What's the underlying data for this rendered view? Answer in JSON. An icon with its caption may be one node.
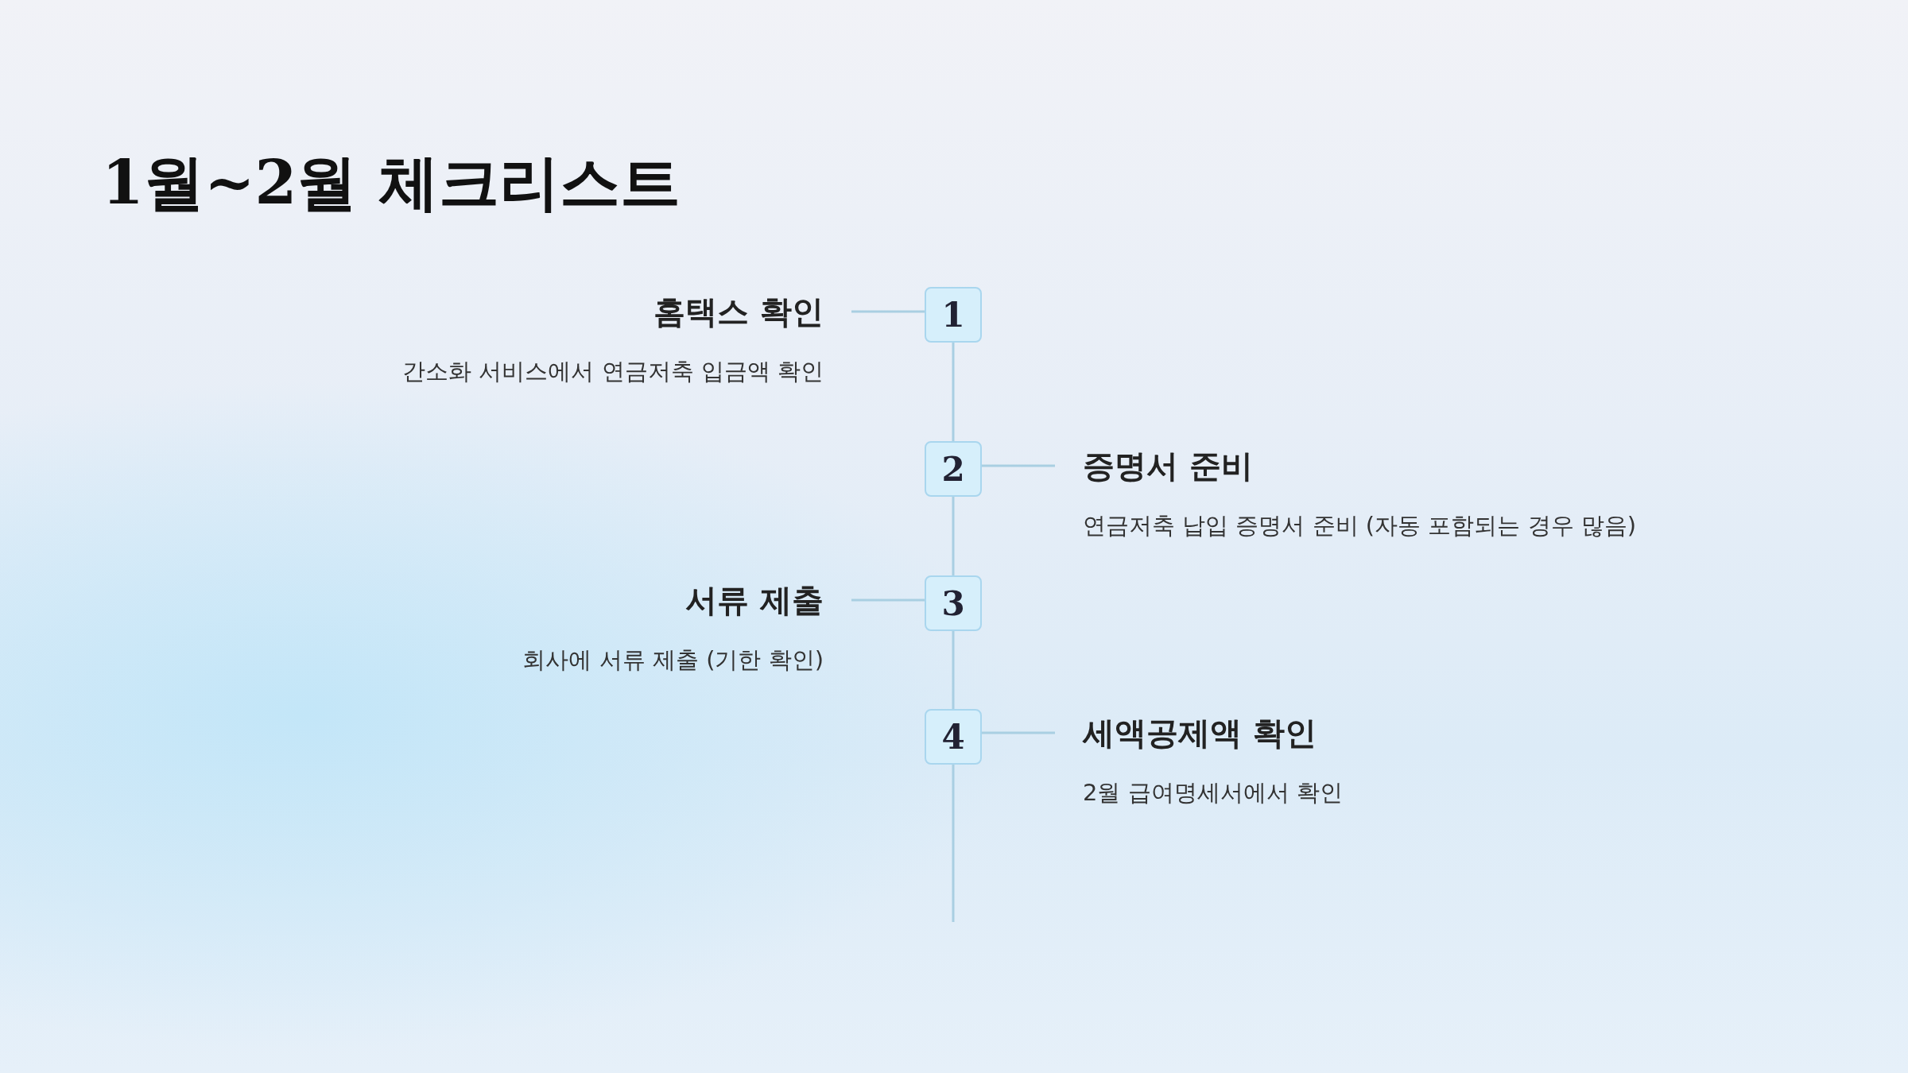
{
  "diagram": {
    "title": "1월~2월 체크리스트",
    "nodes": [
      {
        "text": [
          "홈택스 확인",
          "간소화 서비스에서 연금저축 입금액 확인"
        ]
      },
      {
        "text": [
          "1"
        ]
      },
      {
        "text": [
          "2"
        ]
      },
      {
        "text": [
          "증명서 준비",
          "연금저축 납입 증명서 준비 (자동 포함되는 경우 많음)"
        ]
      },
      {
        "text": [
          "서류 제출",
          "회사에 서류 제출 (기한 확인)"
        ]
      },
      {
        "text": [
          "3"
        ]
      },
      {
        "text": [
          "4"
        ]
      },
      {
        "text": [
          "세액공제액 확인",
          "2월 급여명세서에서 확인"
        ]
      }
    ],
    "edges": [
      {
        "from": 0,
        "to": 1,
        "arrow": "none"
      },
      {
        "from": 1,
        "to": 2,
        "arrow": "none"
      },
      {
        "from": 2,
        "to": 3,
        "arrow": "none"
      },
      {
        "from": 2,
        "to": 5,
        "arrow": "none"
      },
      {
        "from": 4,
        "to": 5,
        "arrow": "none"
      },
      {
        "from": 5,
        "to": 6,
        "arrow": "none"
      },
      {
        "from": 6,
        "to": 7,
        "arrow": "none"
      },
      {
        "from": 6,
        "to": null,
        "arrow": "none"
      }
    ]
  }
}
